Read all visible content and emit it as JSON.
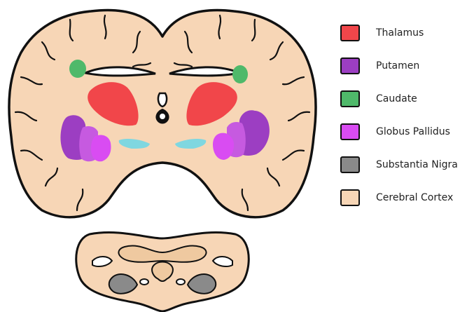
{
  "legend": {
    "items": [
      {
        "label": "Thalamus",
        "color": "#f1464a"
      },
      {
        "label": "Putamen",
        "color": "#9c3ec2"
      },
      {
        "label": "Caudate",
        "color": "#4fb96a"
      },
      {
        "label": "Globus Pallidus",
        "color": "#d94cf2"
      },
      {
        "label": "Substantia Nigra",
        "color": "#8a8a8a"
      },
      {
        "label": "Cerebral Cortex",
        "color": "#f7d6b6"
      }
    ]
  },
  "colors": {
    "outline": "#111111",
    "ventricle": "#ffffff",
    "third_ventricle": "#111111",
    "internal_capsule": "#7fd7e0",
    "putamen_mid": "#c65ae0",
    "brainstem_tissue": "#efc9a0"
  }
}
